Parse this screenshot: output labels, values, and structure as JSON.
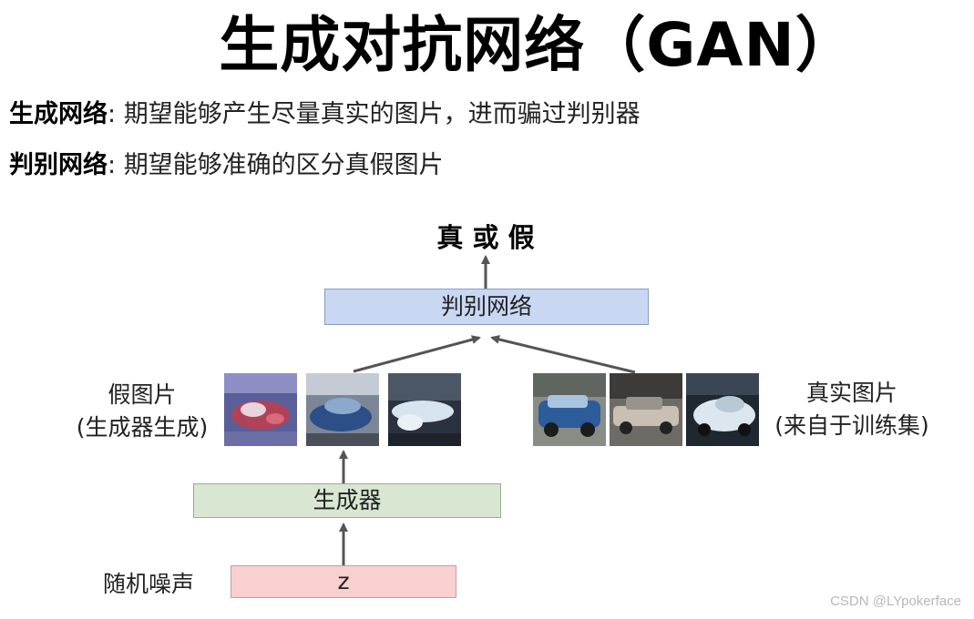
{
  "title": "生成对抗网络（GAN）",
  "descriptions": [
    {
      "term": "生成网络",
      "sep": ": ",
      "text": "期望能够产生尽量真实的图片，进而骗过判别器"
    },
    {
      "term": "判别网络",
      "sep": ": ",
      "text": "期望能够准确的区分真假图片"
    }
  ],
  "diagram": {
    "output_label": "真 或 假",
    "discriminator_label": "判别网络",
    "generator_label": "生成器",
    "z_label": "z",
    "noise_label": "随机噪声",
    "fake_label_line1": "假图片",
    "fake_label_line2": "(生成器生成)",
    "real_label_line1": "真实图片",
    "real_label_line2": "(来自于训练集)"
  },
  "colors": {
    "discriminator": "#c9d7f3",
    "generator": "#d8e6d2",
    "noise": "#f8d0d0",
    "arrow": "#555555"
  },
  "watermark": "CSDN @LYpokerface"
}
